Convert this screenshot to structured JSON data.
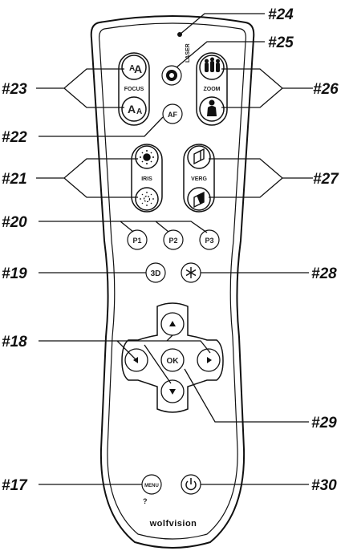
{
  "callouts": {
    "c17": "#17",
    "c18": "#18",
    "c19": "#19",
    "c20": "#20",
    "c21": "#21",
    "c22": "#22",
    "c23": "#23",
    "c24": "#24",
    "c25": "#25",
    "c26": "#26",
    "c27": "#27",
    "c28": "#28",
    "c29": "#29",
    "c30": "#30"
  },
  "remote": {
    "laser_label": "LASER",
    "focus_label": "FOCUS",
    "zoom_label": "ZOOM",
    "af_label": "AF",
    "iris_label": "IRIS",
    "verg_label": "VERG",
    "p1_label": "P1",
    "p2_label": "P2",
    "p3_label": "P3",
    "three_d_label": "3D",
    "ok_label": "OK",
    "menu_label": "MENU",
    "menu_help": "?",
    "brand": "wolfvision"
  },
  "colors": {
    "ink": "#111111",
    "body": "#ffffff",
    "button": "#ffffff"
  }
}
